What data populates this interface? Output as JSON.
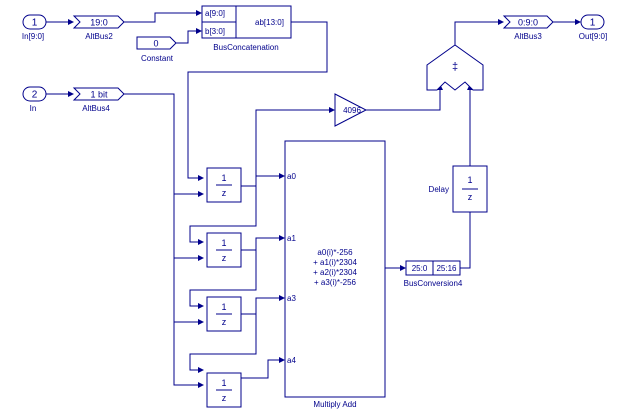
{
  "ports": {
    "in1": {
      "number": "1",
      "label": "In[9:0]"
    },
    "in2": {
      "number": "2",
      "label": "In"
    },
    "out1": {
      "number": "1",
      "label": "Out[9:0]"
    }
  },
  "altbus": {
    "altbus2": {
      "value": "19:0",
      "label": "AltBus2"
    },
    "altbus4": {
      "value": "1 bit",
      "label": "AltBus4"
    },
    "altbus3": {
      "value": "0:9:0",
      "label": "AltBus3"
    }
  },
  "constant": {
    "value": "0",
    "label": "Constant"
  },
  "bus_concat": {
    "in_a": "a[9:0]",
    "in_b": "b[3:0]",
    "out": "ab[13:0]",
    "label": "BusConcatenation"
  },
  "gain": {
    "value": "4096"
  },
  "adder": {
    "symbol": "‡"
  },
  "delay": {
    "num": "1",
    "den": "z",
    "label": "Delay"
  },
  "unit_delays": [
    {
      "num": "1",
      "den": "z"
    },
    {
      "num": "1",
      "den": "z"
    },
    {
      "num": "1",
      "den": "z"
    },
    {
      "num": "1",
      "den": "z"
    }
  ],
  "multiply_add": {
    "inputs": [
      "a0",
      "a1",
      "a3",
      "a4"
    ],
    "expr": [
      "a0(i)*-256",
      "+ a1(i)*2304",
      "+ a2(i)*2304",
      "+ a3(i)*-256"
    ],
    "label": "Multiply Add"
  },
  "bus_conversion": {
    "in": "25:0",
    "out": "25:16",
    "label": "BusConversion4"
  },
  "colors": {
    "line": "#00008b",
    "background": "#ffffff"
  }
}
